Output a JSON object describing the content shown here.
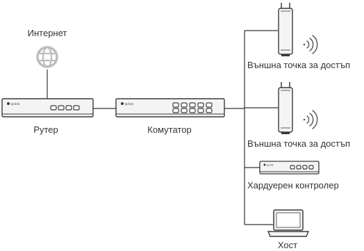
{
  "colors": {
    "line": "#333333",
    "device_body": "#f4f4f4",
    "device_edge": "#3a3a3a",
    "globe": "#bdbdbd",
    "signal": "#555555"
  },
  "brand": "tp-link",
  "nodes": {
    "internet": {
      "label": "Интернет",
      "icon": "globe-icon"
    },
    "router": {
      "label": "Рутер",
      "icon": "router-icon",
      "port_count": 4
    },
    "switch": {
      "label": "Комутатор",
      "icon": "switch-icon",
      "port_count": 10
    },
    "ap1": {
      "label": "Външна точка за достъп",
      "icon": "outdoor-access-point-icon"
    },
    "ap2": {
      "label": "Външна точка за достъп",
      "icon": "outdoor-access-point-icon"
    },
    "controller": {
      "label": "Хардуерен контролер",
      "icon": "hardware-controller-icon",
      "port_count": 4
    },
    "host": {
      "label": "Хост",
      "icon": "laptop-icon"
    }
  },
  "connections": [
    [
      "internet",
      "router"
    ],
    [
      "router",
      "switch"
    ],
    [
      "switch",
      "ap1"
    ],
    [
      "switch",
      "ap2"
    ],
    [
      "switch",
      "controller"
    ],
    [
      "switch",
      "host"
    ]
  ]
}
